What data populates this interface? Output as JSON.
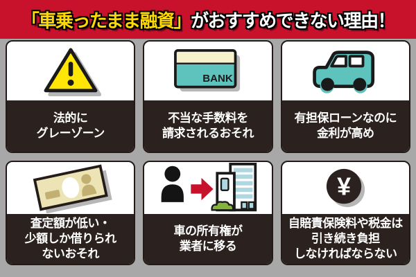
{
  "header": {
    "title_highlight": "「車乗ったまま融資」",
    "title_rest": "がおすすめできない理由！"
  },
  "colors": {
    "banner_red": "#c8112b",
    "title_yellow": "#ffd902",
    "page_gray": "#a8a8a8",
    "card_dark": "#2b211e",
    "card_border": "#221a16",
    "outline_black": "#1a1a1a",
    "teal": "#5ec3bc",
    "cream": "#f8f2cc",
    "warning_yellow": "#ffe606",
    "bill_cream": "#ece4b4",
    "bill_tan": "#c2b072",
    "window_blue": "#aed7e2",
    "bush_green": "#86b33c",
    "arrow_red": "#c8112b",
    "shadow_gray": "#b7b7b7"
  },
  "cards": [
    {
      "icon": "warning-triangle-icon",
      "lines": [
        "法的に",
        "グレーゾーン"
      ]
    },
    {
      "icon": "bank-card-icon",
      "bank_label": "BANK",
      "lines": [
        "不当な手数料を",
        "請求されるおそれ"
      ]
    },
    {
      "icon": "car-icon",
      "lines": [
        "有担保ローンなのに",
        "金利が高め"
      ]
    },
    {
      "icon": "money-bill-icon",
      "lines": [
        "査定額が低い・",
        "少額しか借りられ",
        "ないおそれ"
      ]
    },
    {
      "icon": "owner-transfer-icon",
      "lines": [
        "車の所有権が",
        "業者に移る"
      ]
    },
    {
      "icon": "yen-coin-icon",
      "yen_symbol": "¥",
      "lines": [
        "自賠責保険料や税金は",
        "引き続き負担",
        "しなければならない"
      ]
    }
  ]
}
